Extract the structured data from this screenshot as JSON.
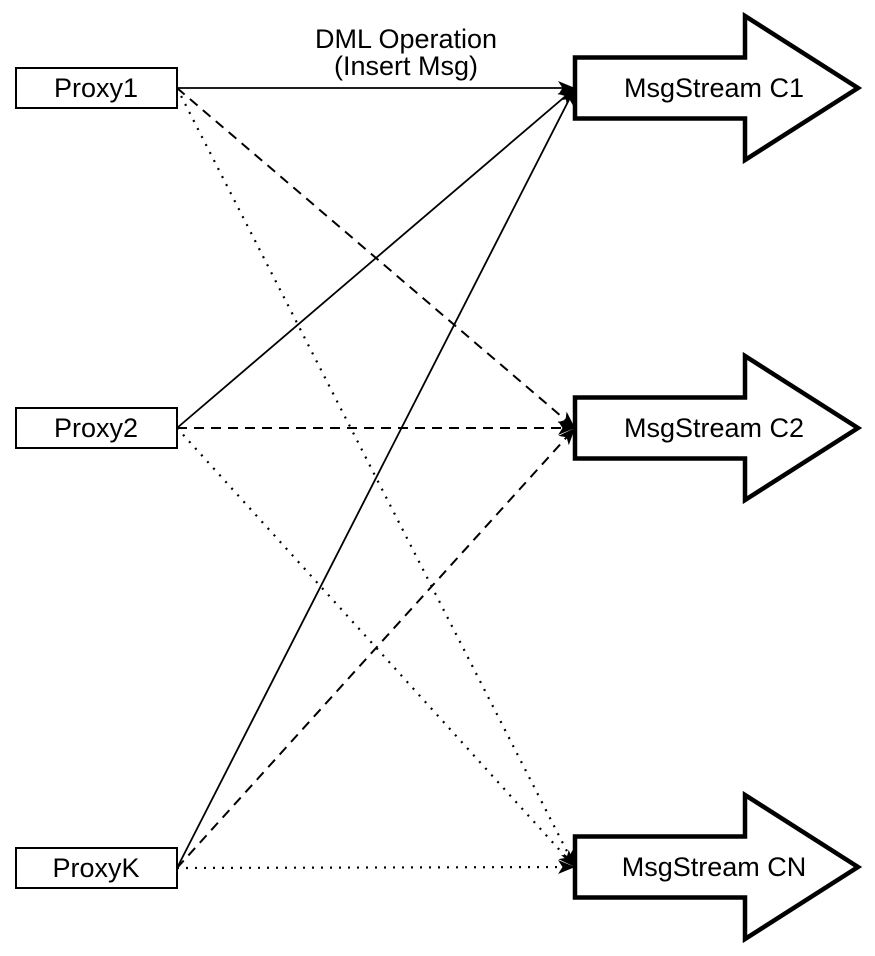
{
  "diagram": {
    "title": {
      "line1": "DML Operation",
      "line2": "(Insert Msg)"
    },
    "proxies": [
      {
        "id": "proxy1",
        "label": "Proxy1"
      },
      {
        "id": "proxy2",
        "label": "Proxy2"
      },
      {
        "id": "proxyk",
        "label": "ProxyK"
      }
    ],
    "streams": [
      {
        "id": "c1",
        "label": "MsgStream C1"
      },
      {
        "id": "c2",
        "label": "MsgStream C2"
      },
      {
        "id": "cn",
        "label": "MsgStream CN"
      }
    ],
    "edges": [
      {
        "from": "Proxy1",
        "to": "MsgStream C1",
        "style": "solid"
      },
      {
        "from": "Proxy2",
        "to": "MsgStream C1",
        "style": "solid"
      },
      {
        "from": "ProxyK",
        "to": "MsgStream C1",
        "style": "solid"
      },
      {
        "from": "Proxy1",
        "to": "MsgStream C2",
        "style": "dashed"
      },
      {
        "from": "Proxy2",
        "to": "MsgStream C2",
        "style": "dashed"
      },
      {
        "from": "ProxyK",
        "to": "MsgStream C2",
        "style": "dashed"
      },
      {
        "from": "Proxy1",
        "to": "MsgStream CN",
        "style": "dotted"
      },
      {
        "from": "Proxy2",
        "to": "MsgStream CN",
        "style": "dotted"
      },
      {
        "from": "ProxyK",
        "to": "MsgStream CN",
        "style": "dotted"
      }
    ],
    "colors": {
      "stroke": "#000000",
      "fill": "#ffffff",
      "background": "#ffffff"
    }
  }
}
